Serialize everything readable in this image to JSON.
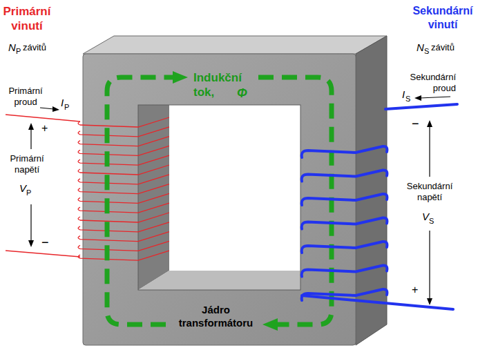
{
  "diagram": {
    "labels": [
      "Primární vinutí",
      "N",
      "P",
      "závitů",
      "Primární proud",
      "I",
      "P",
      "+",
      "Primární napětí",
      "V",
      "P",
      "−",
      "Indukční tok,",
      "Φ",
      "Jádro transformátoru",
      "Sekundární vinutí",
      "N",
      "S",
      "závitů",
      "Sekundární proud",
      "I",
      "S",
      "−",
      "Sekundární napětí",
      "V",
      "S",
      "+"
    ]
  }
}
